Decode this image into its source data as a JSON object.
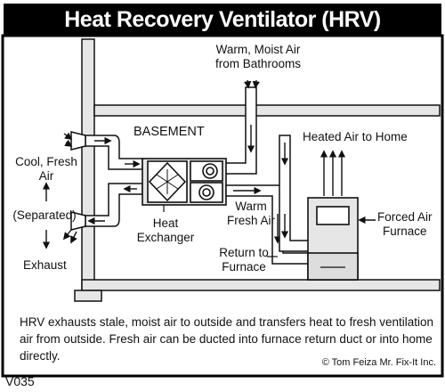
{
  "title": "Heat Recovery Ventilator (HRV)",
  "labels": {
    "warm_moist_air": [
      "Warm, Moist Air",
      "from Bathrooms"
    ],
    "basement": "BASEMENT",
    "heated_air": "Heated Air to Home",
    "cool_fresh_air": [
      "Cool, Fresh",
      "Air"
    ],
    "separated": "(Separated)",
    "exhaust": "Exhaust",
    "heat_exchanger": [
      "Heat",
      "Exchanger"
    ],
    "warm_fresh_air": [
      "Warm",
      "Fresh Air"
    ],
    "forced_air_furnace": [
      "Forced Air",
      "Furnace"
    ],
    "return_to_furnace": [
      "Return to",
      "Furnace"
    ]
  },
  "caption": "HRV exhausts stale, moist air to outside and transfers heat to fresh ventilation air from outside.  Fresh air can be ducted into furnace return duct or into home directly.",
  "credit": "© Tom Feiza Mr. Fix-It Inc.",
  "code": "V035",
  "colors": {
    "frame": "#000000",
    "fill": "#e6e6e6",
    "background": "#ffffff"
  }
}
